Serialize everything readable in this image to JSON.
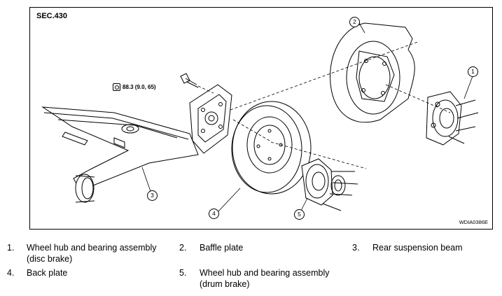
{
  "figure": {
    "section": "SEC.430",
    "code": "WDIA0386E",
    "torque": "88.3 (9.0, 65)",
    "callouts": [
      "1",
      "2",
      "3",
      "4",
      "5"
    ]
  },
  "legend": [
    {
      "num": "1.",
      "line1": "Wheel hub and bearing assembly",
      "line2": "(disc brake)"
    },
    {
      "num": "2.",
      "line1": "Baffle plate",
      "line2": ""
    },
    {
      "num": "3.",
      "line1": "Rear suspension beam",
      "line2": ""
    },
    {
      "num": "4.",
      "line1": "Back plate",
      "line2": ""
    },
    {
      "num": "5.",
      "line1": "Wheel hub and bearing assembly",
      "line2": "(drum brake)"
    }
  ]
}
